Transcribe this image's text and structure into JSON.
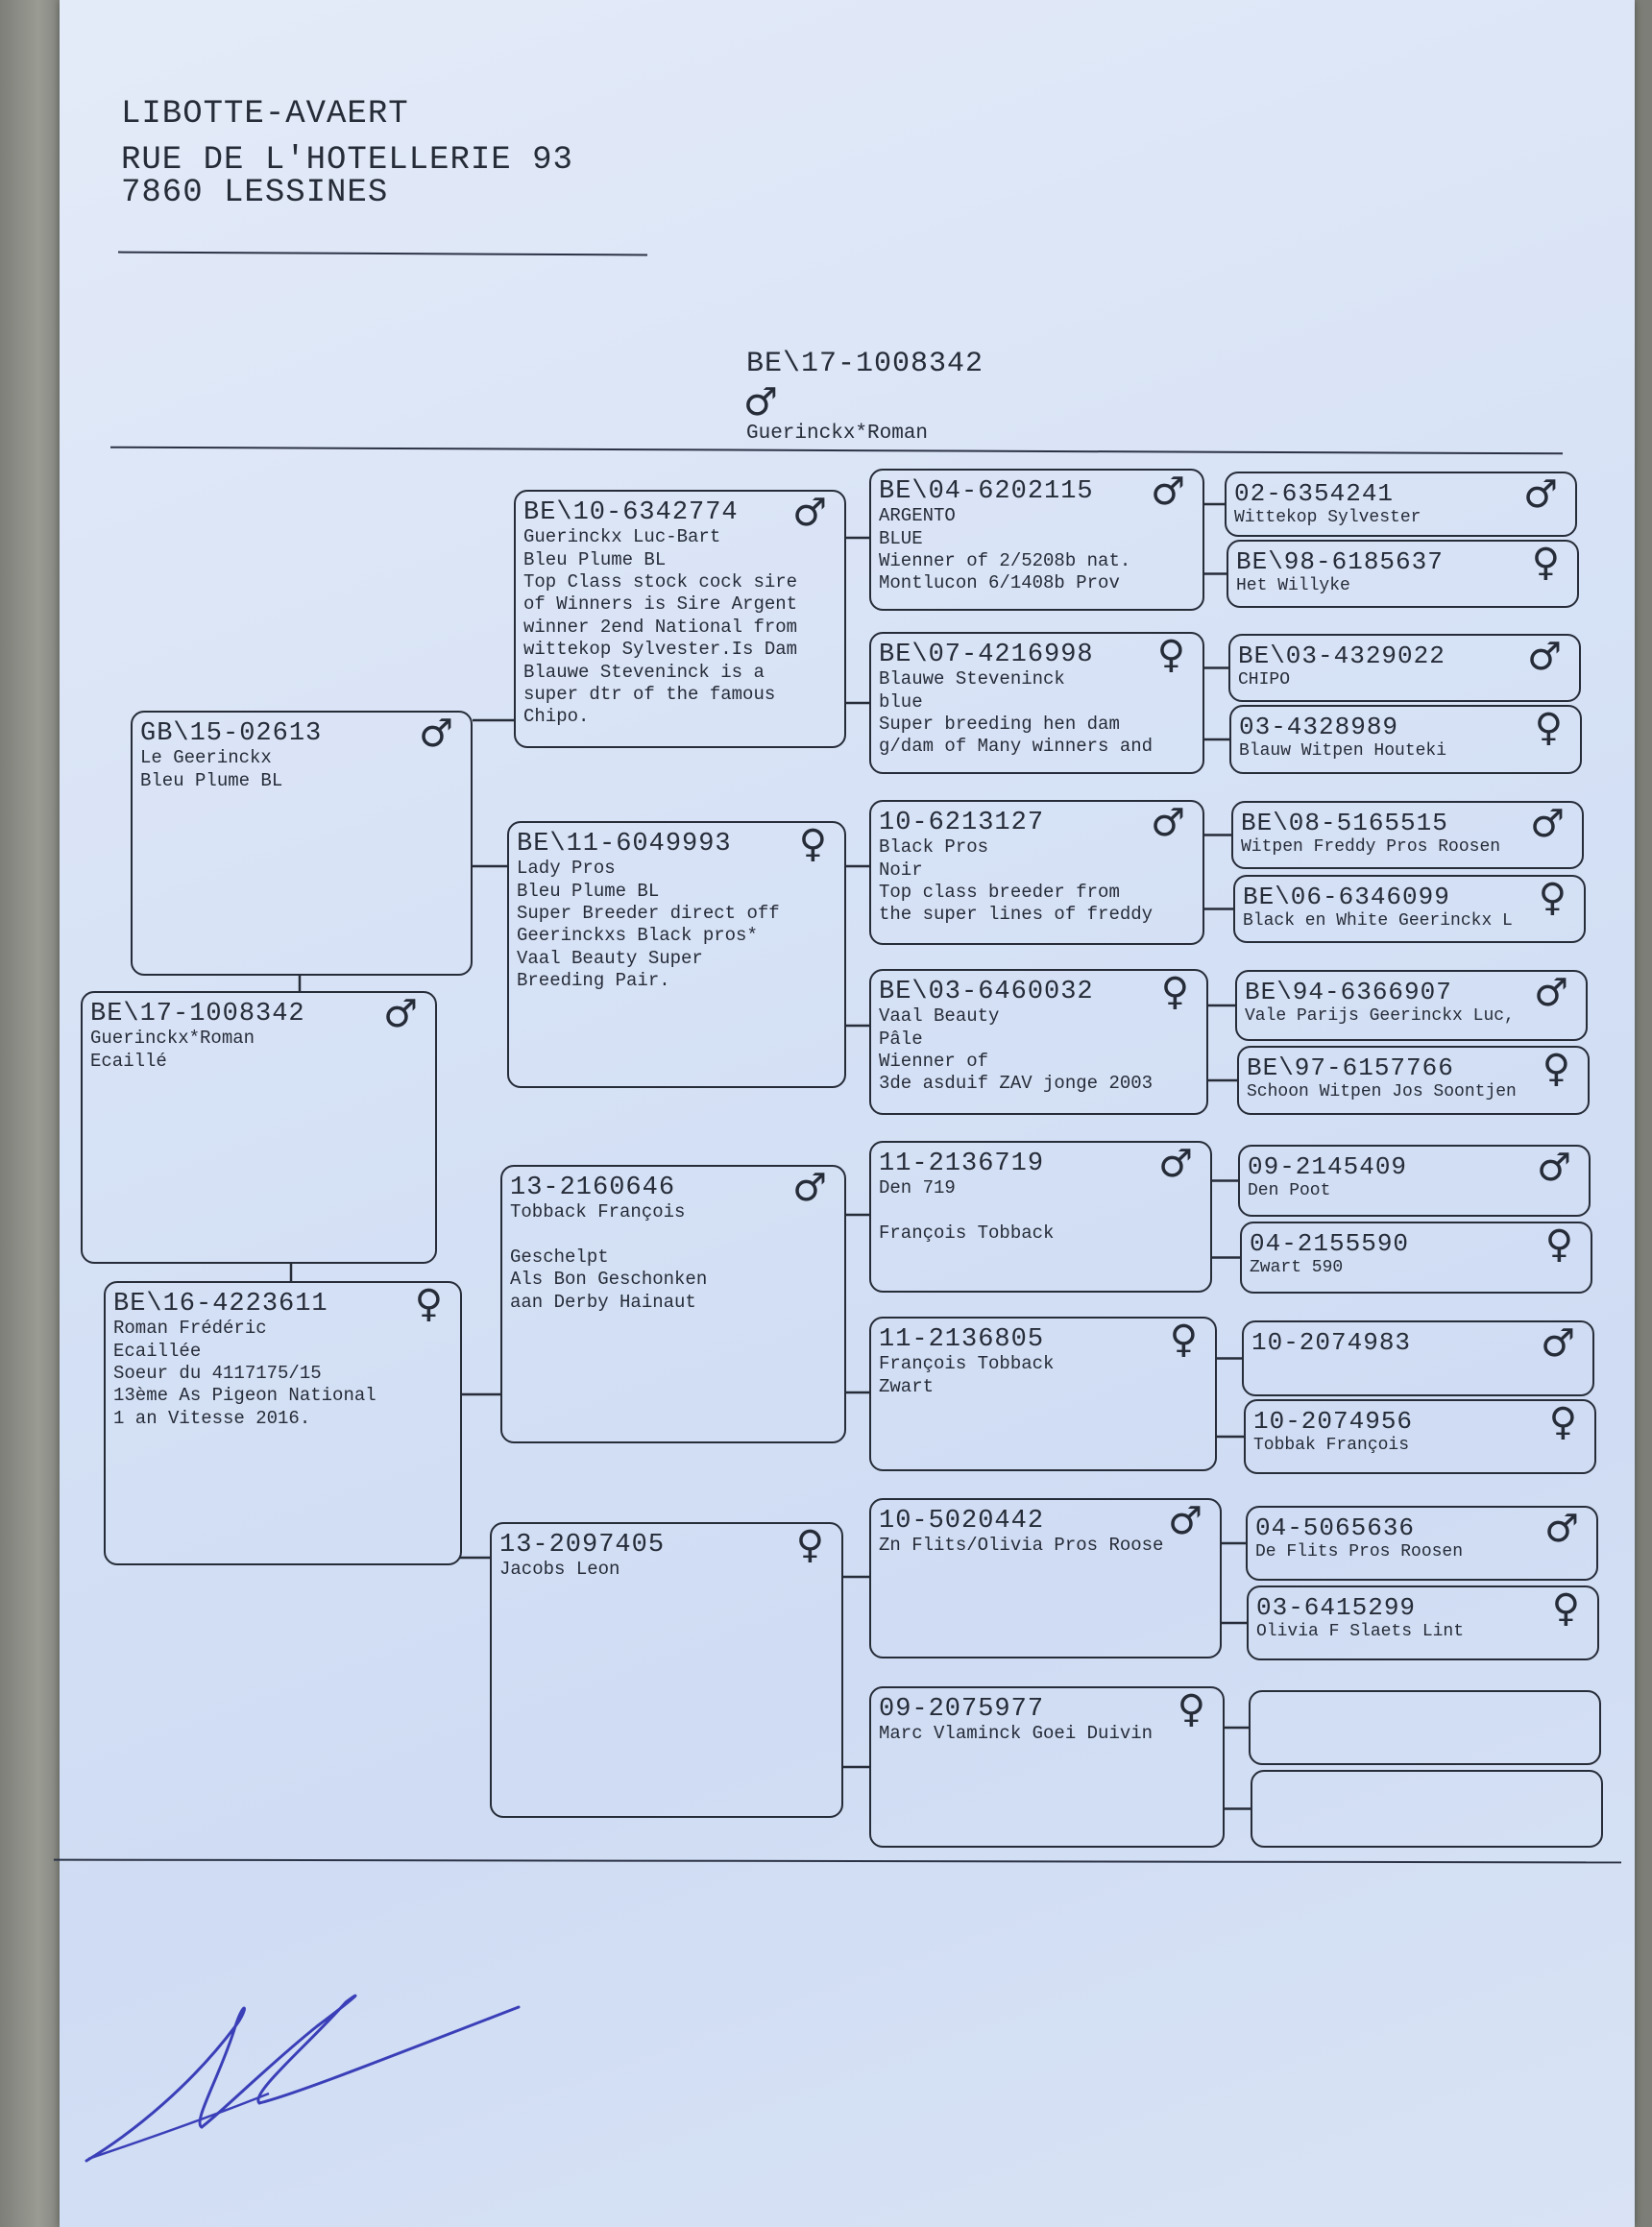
{
  "owner": {
    "name": "LIBOTTE-AVAERT",
    "street": "RUE DE L'HOTELLERIE 93",
    "city": "7860 LESSINES"
  },
  "subject_header": {
    "ring": "BE\\17-1008342",
    "sex_symbol": "♂",
    "name": "Guerinckx*Roman"
  },
  "pedigree": [
    {
      "id": "subject",
      "ring": "BE\\17-1008342",
      "sex_symbol": "♂",
      "lines": [
        "Guerinckx*Roman",
        "Ecaillé"
      ]
    },
    {
      "id": "sire",
      "ring": "GB\\15-02613",
      "sex_symbol": "♂",
      "lines": [
        "Le Geerinckx",
        "Bleu Plume BL"
      ]
    },
    {
      "id": "dam",
      "ring": "BE\\16-4223611",
      "sex_symbol": "♀",
      "lines": [
        "Roman Frédéric",
        "Ecaillée",
        "Soeur du 4117175/15",
        "13ème As Pigeon National",
        "1 an Vitesse 2016."
      ]
    },
    {
      "id": "ss",
      "ring": "BE\\10-6342774",
      "sex_symbol": "♂",
      "lines": [
        "Guerinckx Luc-Bart",
        "Bleu Plume BL",
        "Top Class stock cock sire",
        "of Winners is Sire Argent",
        "winner 2end National from",
        "wittekop Sylvester.Is Dam",
        "Blauwe Steveninck is a",
        "super dtr of the famous",
        "Chipo."
      ]
    },
    {
      "id": "sd",
      "ring": "BE\\11-6049993",
      "sex_symbol": "♀",
      "lines": [
        "Lady Pros",
        "Bleu Plume BL",
        "Super Breeder direct off",
        "Geerinckxs Black pros*",
        "Vaal Beauty Super",
        "Breeding Pair."
      ]
    },
    {
      "id": "ds",
      "ring": "13-2160646",
      "sex_symbol": "♂",
      "lines": [
        "Tobback François",
        "",
        "Geschelpt",
        "Als Bon Geschonken",
        "aan Derby Hainaut"
      ]
    },
    {
      "id": "dd",
      "ring": "13-2097405",
      "sex_symbol": "♀",
      "lines": [
        "Jacobs Leon"
      ]
    },
    {
      "id": "sss",
      "ring": "BE\\04-6202115",
      "sex_symbol": "♂",
      "lines": [
        "ARGENTO",
        "BLUE",
        "Wienner of 2/5208b nat.",
        "Montlucon 6/1408b Prov"
      ]
    },
    {
      "id": "ssd",
      "ring": "BE\\07-4216998",
      "sex_symbol": "♀",
      "lines": [
        "Blauwe Steveninck",
        "blue",
        "Super breeding hen dam",
        "g/dam of Many winners and"
      ]
    },
    {
      "id": "sds",
      "ring": "10-6213127",
      "sex_symbol": "♂",
      "lines": [
        "Black Pros",
        "Noir",
        "Top class breeder from",
        "the super lines of freddy"
      ]
    },
    {
      "id": "sdd",
      "ring": "BE\\03-6460032",
      "sex_symbol": "♀",
      "lines": [
        "Vaal Beauty",
        "Pâle",
        "Wienner of",
        "3de asduif ZAV jonge 2003"
      ]
    },
    {
      "id": "dss",
      "ring": "11-2136719",
      "sex_symbol": "♂",
      "lines": [
        "Den 719",
        "",
        "François Tobback"
      ]
    },
    {
      "id": "dsd",
      "ring": "11-2136805",
      "sex_symbol": "♀",
      "lines": [
        "François Tobback",
        "Zwart"
      ]
    },
    {
      "id": "dds",
      "ring": "10-5020442",
      "sex_symbol": "♂",
      "lines": [
        "Zn Flits/Olivia Pros Roose"
      ]
    },
    {
      "id": "ddd",
      "ring": "09-2075977",
      "sex_symbol": "♀",
      "lines": [
        "Marc Vlaminck Goei Duivin"
      ]
    },
    {
      "id": "g4_1",
      "ring": "02-6354241",
      "sex_symbol": "♂",
      "lines": [
        "Wittekop Sylvester"
      ]
    },
    {
      "id": "g4_2",
      "ring": "BE\\98-6185637",
      "sex_symbol": "♀",
      "lines": [
        "Het Willyke"
      ]
    },
    {
      "id": "g4_3",
      "ring": "BE\\03-4329022",
      "sex_symbol": "♂",
      "lines": [
        "CHIPO"
      ]
    },
    {
      "id": "g4_4",
      "ring": "03-4328989",
      "sex_symbol": "♀",
      "lines": [
        "Blauw Witpen Houteki"
      ]
    },
    {
      "id": "g4_5",
      "ring": "BE\\08-5165515",
      "sex_symbol": "♂",
      "lines": [
        "Witpen Freddy Pros Roosen"
      ]
    },
    {
      "id": "g4_6",
      "ring": "BE\\06-6346099",
      "sex_symbol": "♀",
      "lines": [
        "Black en White Geerinckx L"
      ]
    },
    {
      "id": "g4_7",
      "ring": "BE\\94-6366907",
      "sex_symbol": "♂",
      "lines": [
        "Vale Parijs Geerinckx Luc,"
      ]
    },
    {
      "id": "g4_8",
      "ring": "BE\\97-6157766",
      "sex_symbol": "♀",
      "lines": [
        "Schoon Witpen Jos Soontjen"
      ]
    },
    {
      "id": "g4_9",
      "ring": "09-2145409",
      "sex_symbol": "♂",
      "lines": [
        "Den Poot"
      ]
    },
    {
      "id": "g4_10",
      "ring": "04-2155590",
      "sex_symbol": "♀",
      "lines": [
        "Zwart 590"
      ]
    },
    {
      "id": "g4_11",
      "ring": "10-2074983",
      "sex_symbol": "♂",
      "lines": []
    },
    {
      "id": "g4_12",
      "ring": "10-2074956",
      "sex_symbol": "♀",
      "lines": [
        "Tobbak François"
      ]
    },
    {
      "id": "g4_13",
      "ring": "04-5065636",
      "sex_symbol": "♂",
      "lines": [
        "De Flits Pros Roosen"
      ]
    },
    {
      "id": "g4_14",
      "ring": "03-6415299",
      "sex_symbol": "♀",
      "lines": [
        "Olivia F Slaets Lint"
      ]
    },
    {
      "id": "g4_15",
      "ring": "",
      "sex_symbol": "",
      "lines": []
    },
    {
      "id": "g4_16",
      "ring": "",
      "sex_symbol": "",
      "lines": []
    }
  ],
  "colors": {
    "ink": "#262c38",
    "signature": "#3a3fb8",
    "paper": "#dbe5f6"
  }
}
